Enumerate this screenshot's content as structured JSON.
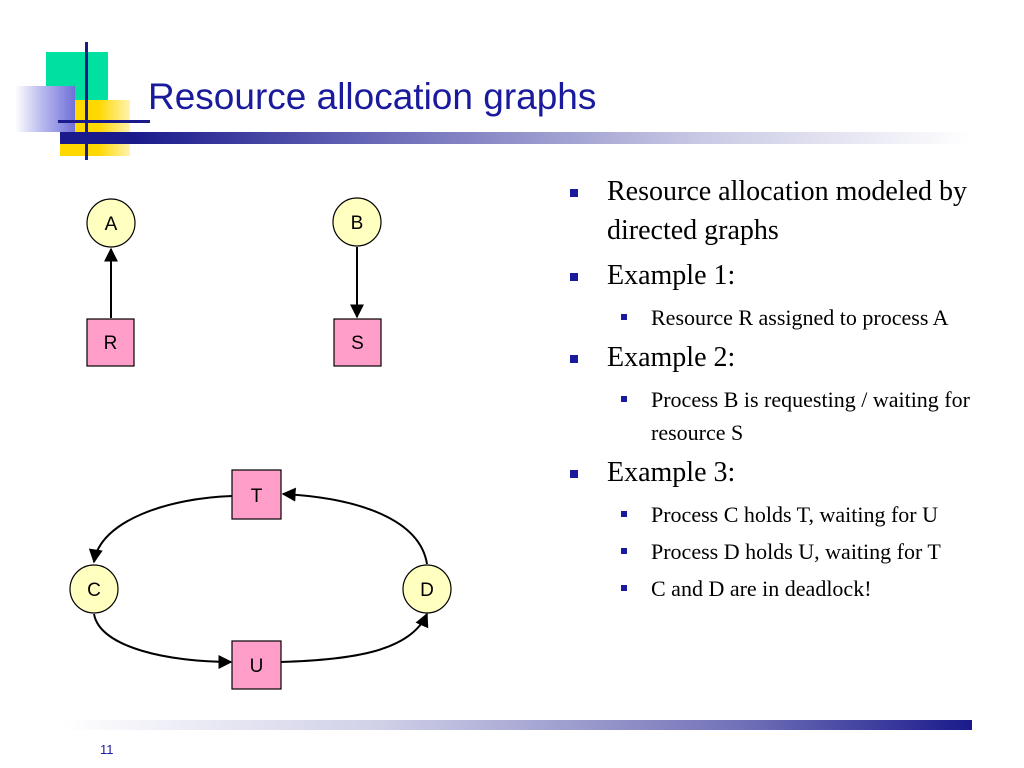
{
  "slide": {
    "title": "Resource allocation graphs",
    "page_number": "11"
  },
  "colors": {
    "title": "#1a1a9c",
    "process_fill": "#ffffc0",
    "resource_fill": "#ff9ec8",
    "deco_green": "#00e0a0",
    "deco_yellow": "#ffd800",
    "deco_lavender": "#8080e0"
  },
  "diagram": {
    "processes": [
      "A",
      "B",
      "C",
      "D"
    ],
    "resources": [
      "R",
      "S",
      "T",
      "U"
    ],
    "edges": [
      {
        "from": "R",
        "to": "A"
      },
      {
        "from": "B",
        "to": "S"
      },
      {
        "from": "T",
        "to": "C"
      },
      {
        "from": "C",
        "to": "U"
      },
      {
        "from": "U",
        "to": "D"
      },
      {
        "from": "D",
        "to": "T"
      }
    ]
  },
  "bullets": [
    {
      "text": "Resource allocation modeled by directed graphs",
      "sub": []
    },
    {
      "text": "Example 1:",
      "sub": [
        "Resource R assigned to process A"
      ]
    },
    {
      "text": "Example 2:",
      "sub": [
        "Process B is requesting / waiting for resource S"
      ]
    },
    {
      "text": "Example 3:",
      "sub": [
        "Process C holds T, waiting for U",
        "Process D holds U, waiting for T",
        "C and D are in deadlock!"
      ]
    }
  ]
}
